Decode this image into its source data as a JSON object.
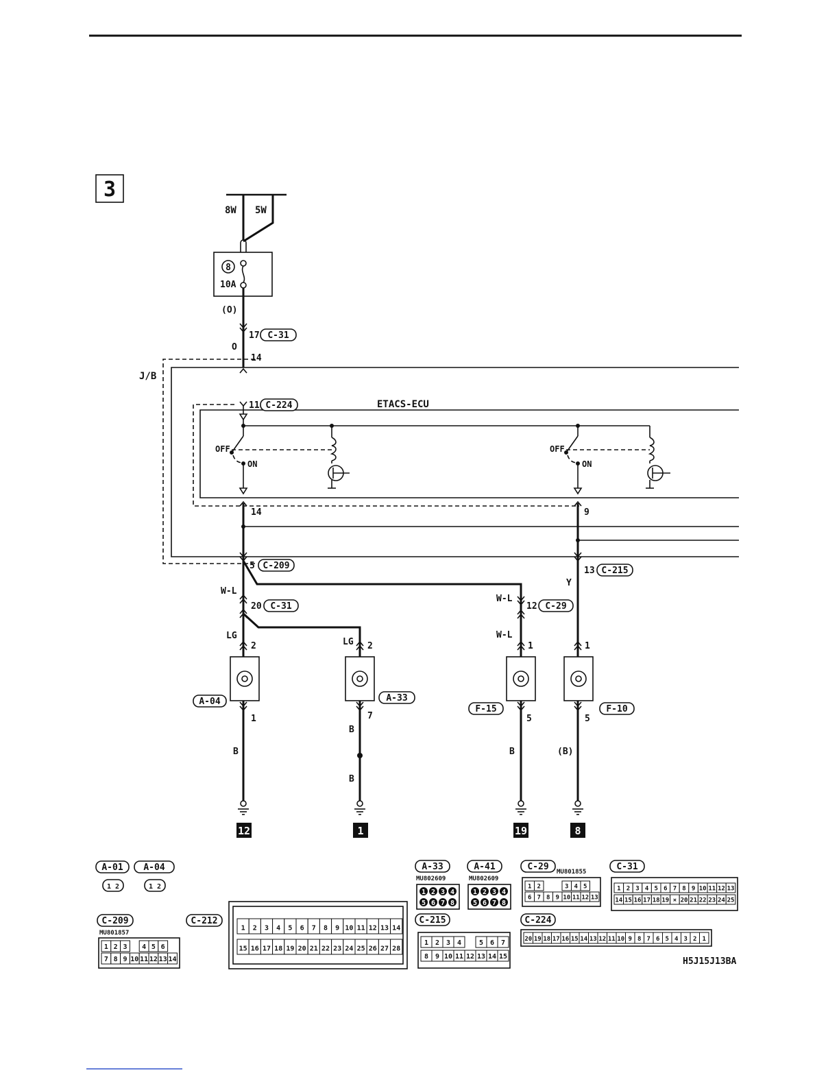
{
  "page": {
    "section_number": "3",
    "figure_code": "H5J15J13BA"
  },
  "supply": {
    "fusible_left": "8W",
    "fusible_right": "5W",
    "fuse_number": "8",
    "fuse_rating": "10A",
    "fuse_output_color": "(O)"
  },
  "jb": {
    "label": "J/B",
    "input_pin": "17",
    "input_connector": "C-31",
    "input_wire": "O",
    "inner_pin": "14",
    "out_pin_a": "5",
    "out_conn_a": "C-209",
    "out_pin_b": "13",
    "out_conn_b": "C-215"
  },
  "ecu": {
    "title": "ETACS-ECU",
    "input_pin": "11",
    "input_connector": "C-224",
    "switch_off": "OFF",
    "switch_on": "ON",
    "out_pin_left": "14",
    "out_pin_right": "9"
  },
  "wiring": {
    "wl_upper": "W-L",
    "c31_pin": "20",
    "c31_conn": "C-31",
    "wl_right_upper": "W-L",
    "c29_pin": "12",
    "c29_conn": "C-29",
    "wl_right_lower": "W-L",
    "y_wire": "Y"
  },
  "lamps": [
    {
      "connector": "A-04",
      "in_color": "LG",
      "in_pin": "2",
      "out_pin": "1",
      "ground_wire": "B",
      "ground_number": "12"
    },
    {
      "connector": "A-33",
      "in_color": "LG",
      "in_pin": "2",
      "out_pin": "7",
      "ground_wire": "B",
      "ground_wire_lower": "B",
      "ground_number": "1"
    },
    {
      "connector": "F-15",
      "in_pin": "1",
      "out_pin": "5",
      "ground_wire": "B",
      "ground_number": "19"
    },
    {
      "connector": "F-10",
      "in_pin": "1",
      "out_pin": "5",
      "ground_wire": "(B)",
      "ground_number": "8"
    }
  ],
  "connectors": {
    "a01": {
      "label": "A-01",
      "pins": "1 2"
    },
    "a04": {
      "label": "A-04",
      "pins": "1 2"
    },
    "a33": {
      "label": "A-33",
      "part": "MU802609",
      "top": [
        "1",
        "2",
        "3",
        "4"
      ],
      "bottom": [
        "5",
        "6",
        "7",
        "8"
      ]
    },
    "a41": {
      "label": "A-41",
      "part": "MU802609",
      "top": [
        "1",
        "2",
        "3",
        "4"
      ],
      "bottom": [
        "5",
        "6",
        "7",
        "8"
      ]
    },
    "c29": {
      "label": "C-29",
      "part": "MU801855",
      "top": [
        "1",
        "2",
        "",
        "",
        "3",
        "4",
        "5"
      ],
      "bottom": [
        "6",
        "7",
        "8",
        "9",
        "10",
        "11",
        "12",
        "13"
      ]
    },
    "c31": {
      "label": "C-31",
      "top": [
        "1",
        "2",
        "3",
        "4",
        "5",
        "6",
        "7",
        "8",
        "9",
        "10",
        "11",
        "12",
        "13"
      ],
      "bottom": [
        "14",
        "15",
        "16",
        "17",
        "18",
        "19",
        "×",
        "20",
        "21",
        "22",
        "23",
        "24",
        "25"
      ]
    },
    "c209": {
      "label": "C-209",
      "part": "MU801857",
      "top": [
        "1",
        "2",
        "3",
        "",
        "4",
        "5",
        "6"
      ],
      "bottom": [
        "7",
        "8",
        "9",
        "10",
        "11",
        "12",
        "13",
        "14"
      ]
    },
    "c212": {
      "label": "C-212",
      "top": [
        "1",
        "2",
        "3",
        "4",
        "5",
        "6",
        "7",
        "8",
        "9",
        "10",
        "11",
        "12",
        "13",
        "14"
      ],
      "bottom": [
        "15",
        "16",
        "17",
        "18",
        "19",
        "20",
        "21",
        "22",
        "23",
        "24",
        "25",
        "26",
        "27",
        "28"
      ]
    },
    "c215": {
      "label": "C-215",
      "top": [
        "1",
        "2",
        "3",
        "4",
        "",
        "5",
        "6",
        "7"
      ],
      "bottom": [
        "8",
        "9",
        "10",
        "11",
        "12",
        "13",
        "14",
        "15"
      ]
    },
    "c224": {
      "label": "C-224",
      "pins": [
        "20",
        "19",
        "18",
        "17",
        "16",
        "15",
        "14",
        "13",
        "12",
        "11",
        "10",
        "9",
        "8",
        "7",
        "6",
        "5",
        "4",
        "3",
        "2",
        "1"
      ]
    }
  }
}
